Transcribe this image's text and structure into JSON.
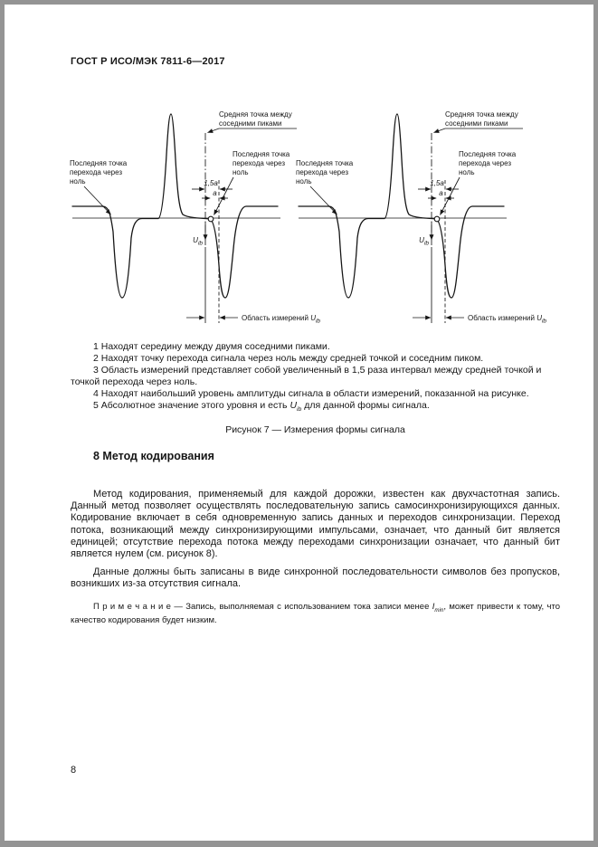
{
  "header": {
    "title": "ГОСТ Р ИСО/МЭК 7811-6—2017"
  },
  "figure": {
    "caption": "Рисунок 7 — Измерения формы сигнала",
    "labels": {
      "mid1": "Средняя точка между",
      "mid2": "соседними пиками",
      "zero1": "Последняя точка",
      "zero2": "перехода через",
      "zero3": "ноль",
      "dim_15a": "1,5а",
      "dim_a": "а",
      "area": "Область измерений "
    },
    "symbols": {
      "u": "U",
      "u_sub": "ib"
    },
    "steps": [
      "1 Находят середину между двумя соседними пиками.",
      "2 Находят точку перехода сигнала через ноль между средней точкой и соседним пиком.",
      "3 Область измерений представляет собой увеличенный в 1,5 раза интервал между средней точкой и точкой перехода через ноль.",
      "4 Находят наибольший уровень амплитуды сигнала в области измерений, показанной на рисунке."
    ],
    "step5": {
      "before": "5 Абсолютное значение этого уровня и есть ",
      "after": " для данной формы сигнала."
    }
  },
  "section": {
    "heading": "8 Метод кодирования",
    "para1": "Метод кодирования, применяемый для каждой дорожки, известен как двухчастотная запись. Данный метод позволяет осуществлять последовательную запись самосинхронизирующихся данных. Кодирование включает в себя одновременную запись данных и переходов синхронизации. Переход потока, возникающий между синхронизирующими импульсами, означает, что данный бит является единицей; отсутствие перехода потока между переходами синхронизации означает, что данный бит является нулем (см. рисунок 8).",
    "para2": "Данные должны быть записаны в виде синхронной последовательности символов без пропусков, возникших из-за отсутствия сигнала.",
    "note": {
      "before": "П р и м е ч а н и е — Запись, выполняемая с использованием тока записи менее ",
      "symbol": "I",
      "sub": "min",
      "after": ", может привести к тому, что качество кодирования будет низким."
    }
  },
  "page_number": "8"
}
